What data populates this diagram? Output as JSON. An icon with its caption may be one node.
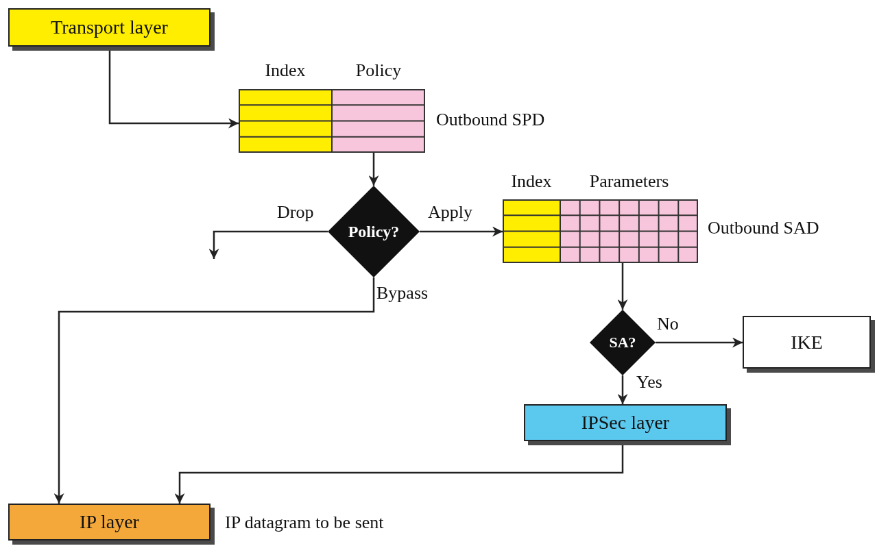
{
  "diagram": {
    "nodes": [
      {
        "text": [
          "Transport layer"
        ]
      },
      {
        "text": [
          "Index",
          "Policy"
        ],
        "beside": [
          "Outbound SPD"
        ]
      },
      {
        "text": [
          "Policy?"
        ]
      },
      {
        "text": [
          "Index",
          "Parameters"
        ],
        "beside": [
          "Outbound SAD"
        ]
      },
      {
        "text": [
          "SA?"
        ]
      },
      {
        "text": [
          "IKE"
        ]
      },
      {
        "text": [
          "IPSec layer"
        ]
      },
      {
        "text": [
          "IP layer"
        ],
        "beside": [
          "IP datagram to be sent"
        ]
      }
    ],
    "edges": [
      {
        "from": 0,
        "to": 1,
        "arrow": "to"
      },
      {
        "from": 1,
        "to": 2,
        "arrow": "to"
      },
      {
        "from": 2,
        "to": null,
        "arrow": "to",
        "label": "Drop"
      },
      {
        "from": 2,
        "to": 3,
        "arrow": "to",
        "label": "Apply"
      },
      {
        "from": 2,
        "to": 7,
        "arrow": "to",
        "label": "Bypass"
      },
      {
        "from": 3,
        "to": 4,
        "arrow": "to"
      },
      {
        "from": 4,
        "to": 5,
        "arrow": "to",
        "label": "No"
      },
      {
        "from": 4,
        "to": 6,
        "arrow": "to",
        "label": "Yes"
      },
      {
        "from": 6,
        "to": 7,
        "arrow": "to"
      }
    ]
  }
}
